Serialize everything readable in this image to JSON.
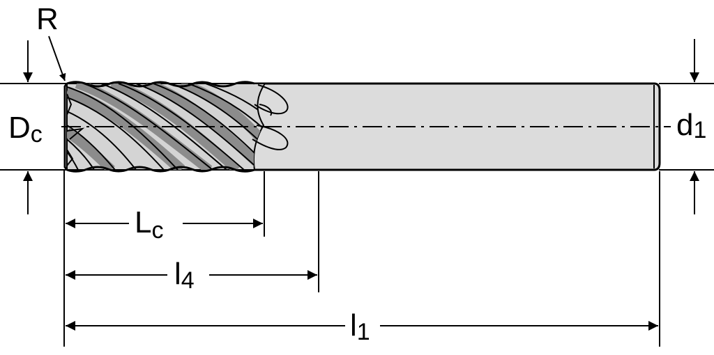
{
  "labels": {
    "radius": "R",
    "cutting_diameter": {
      "main": "D",
      "sub": "c"
    },
    "shank_diameter": {
      "main": "d",
      "sub": "1"
    },
    "cutting_length": {
      "main": "L",
      "sub": "c"
    },
    "usable_length": {
      "main": "l",
      "sub": "4"
    },
    "overall_length": {
      "main": "l",
      "sub": "1"
    }
  },
  "colors": {
    "line": "#000000",
    "tool_body": "#dcdcdc",
    "flute_shade": "#8c8c8c",
    "background": "#ffffff"
  }
}
